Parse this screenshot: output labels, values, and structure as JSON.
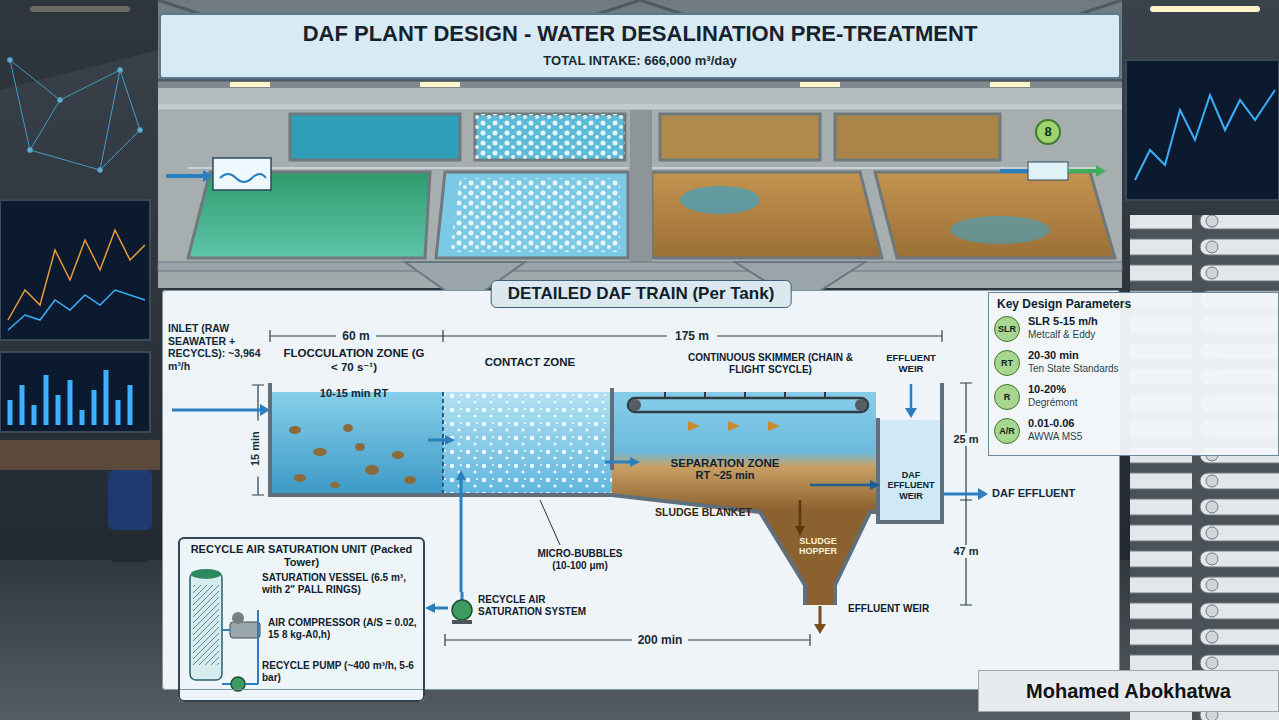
{
  "diagram": {
    "title": "DAF PLANT DESIGN - WATER DESALINATION PRE-TREATMENT",
    "nodes": [
      {
        "text": [
          "DETAILED DAF TRAIN (Per Tank)"
        ]
      },
      {
        "text": [
          "FLOCCULATION ZONE (G < 70 s⁻¹)",
          "10-15 min RT"
        ],
        "in": 0
      },
      {
        "text": [
          "CONTACT ZONE"
        ],
        "in": 0
      },
      {
        "text": [
          "SEPARATION ZONE",
          "RT ~25 min"
        ],
        "in": 0
      },
      {
        "text": [
          "DAF EFFLUENT WEIR"
        ],
        "in": 0
      },
      {
        "text": [
          "SLUDGE HOPPER"
        ],
        "in": 0
      },
      {
        "text": [
          "RECYCLE AIR SATURATION SYSTEM"
        ],
        "in": 0
      },
      {
        "text": [
          "RECYCLE AIR SATURATION UNIT (Packed Tower)"
        ]
      },
      {
        "text": [
          "Key Design Parameters"
        ]
      },
      {
        "text": [
          "SLR"
        ],
        "in": 8
      },
      {
        "text": [
          "RT"
        ],
        "in": 8
      },
      {
        "text": [
          "R"
        ],
        "in": 8
      },
      {
        "text": [
          "A/R"
        ],
        "in": 8
      },
      {
        "text": [
          "Mohamed Abokhatwa"
        ]
      }
    ],
    "edges": [
      {
        "from": 1,
        "to": 2,
        "arrow": "to"
      },
      {
        "from": 2,
        "to": 3,
        "arrow": "to"
      },
      {
        "from": 3,
        "to": 4,
        "arrow": "to"
      },
      {
        "from": 3,
        "to": 5,
        "arrow": "to"
      },
      {
        "from": 6,
        "to": 2,
        "arrow": "to"
      },
      {
        "from": 6,
        "to": 7,
        "arrow": "to"
      }
    ],
    "labels": [
      "TOTAL INTAKE: 666,000 m³/day",
      "8",
      "60 m",
      "175 m",
      "INLET (RAW SEAWATER + RECYCLS): ~3,964 m³/h",
      "15 min",
      "CONTINUOUS SKIMMER (CHAIN & FLIGHT SCYCLE)",
      "EFFLUENT WEIR",
      "25 m",
      "DAF EFFLUENT",
      "SLUDGE BLANKET",
      "47 m",
      "MICRO-BUBBLES (10-100 μm)",
      "EFFLUENT WEIR",
      "200 min",
      "SLR 5-15 m/h",
      "Metcalf & Eddy",
      "20-30 min",
      "Ten State Standards",
      "10-20%",
      "Degrémont",
      "0.01-0.06",
      "AWWA MS5",
      "SATURATION VESSEL (6.5 m³, with 2\" PALL RINGS)",
      "AIR COMPRESSOR (A/S = 0.02, 15 8 kg-A0,h)",
      "RECYCLE PUMP (~400 m³/h, 5-6 bar)"
    ]
  }
}
